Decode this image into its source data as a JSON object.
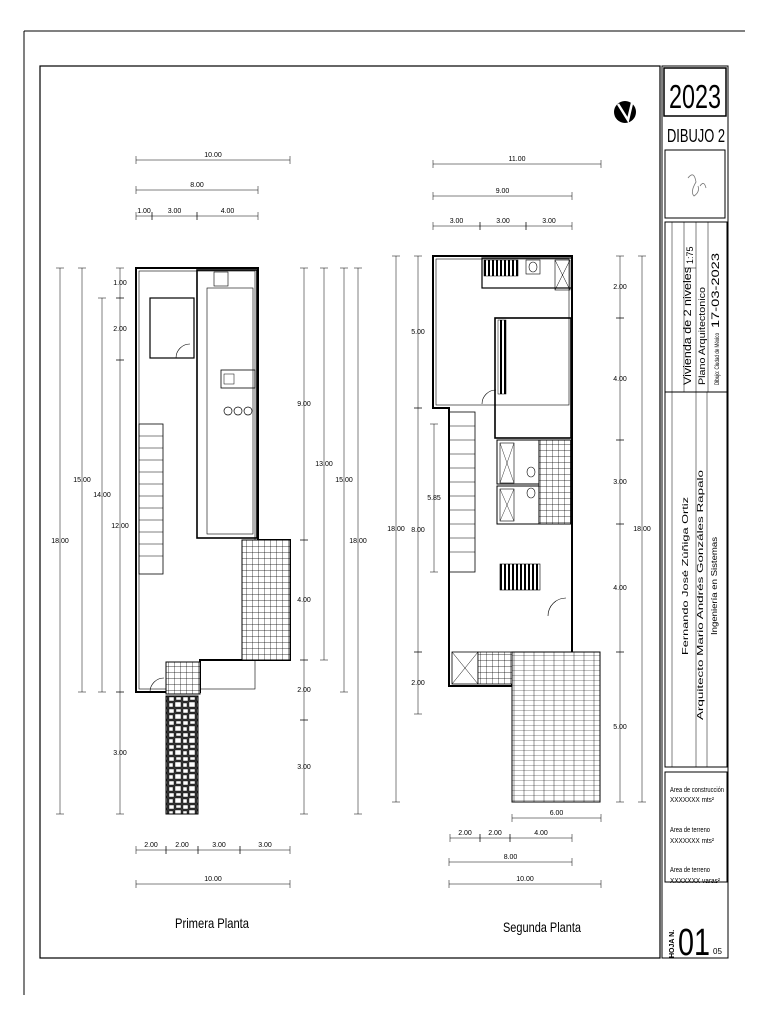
{
  "header": {
    "year": "2023",
    "drawing": "DIBUJO 2"
  },
  "title_block": {
    "project": "Vivienda de 2 niveles",
    "scale": "1:75",
    "plan_type": "Plano Arquitectonico",
    "date_prefix": "Dibujo:  Ciudad de México",
    "date": "17-03-2023",
    "author": "Fernando José Zúñiga Ortiz",
    "teacher": "Arquitecto Mario Andrés Gonzáles Rapalo",
    "career": "Ingeniería en Sistemas"
  },
  "areas": {
    "construccion_label": "Area de construcción",
    "construccion_value": "XXXXXXX mts²",
    "terreno_label": "Area de terreno",
    "terreno_value": "XXXXXXX mts²",
    "terreno2_label": "Area de terreno",
    "terreno2_value": "XXXXXXX varas²"
  },
  "sheet": {
    "label": "HOJA N.",
    "number": "01",
    "total": "05"
  },
  "plan1": {
    "caption": "Primera Planta",
    "dims": {
      "top1": "10.00",
      "top2": "8.00",
      "top3a": "1.00",
      "top3b": "3.00",
      "top3c": "4.00",
      "left1": "18.00",
      "left2": "15.00",
      "left3": "14.00",
      "left4": "12.00",
      "left5": "1.00",
      "left6": "2.00",
      "left7": "3.00",
      "right1": "9.00",
      "right2": "13.00",
      "right3": "15.00",
      "right4": "18.00",
      "right5": "4.00",
      "right6": "2.00",
      "right7": "3.00",
      "bot1a": "2.00",
      "bot1b": "2.00",
      "bot1c": "3.00",
      "bot1d": "3.00",
      "bot2": "10.00"
    }
  },
  "plan2": {
    "caption": "Segunda Planta",
    "dims": {
      "top1": "11.00",
      "top2": "9.00",
      "top3a": "3.00",
      "top3b": "3.00",
      "top3c": "3.00",
      "left1": "18.00",
      "left2": "8.00",
      "left3": "5.85",
      "left4": "5.00",
      "left5": "2.00",
      "right1": "2.00",
      "right2": "4.00",
      "right3": "3.00",
      "right4": "4.00",
      "right5": "5.00",
      "right6": "18.00",
      "bot1": "6.00",
      "bot2a": "2.00",
      "bot2b": "2.00",
      "bot2c": "4.00",
      "bot3": "8.00",
      "bot4": "10.00"
    }
  }
}
